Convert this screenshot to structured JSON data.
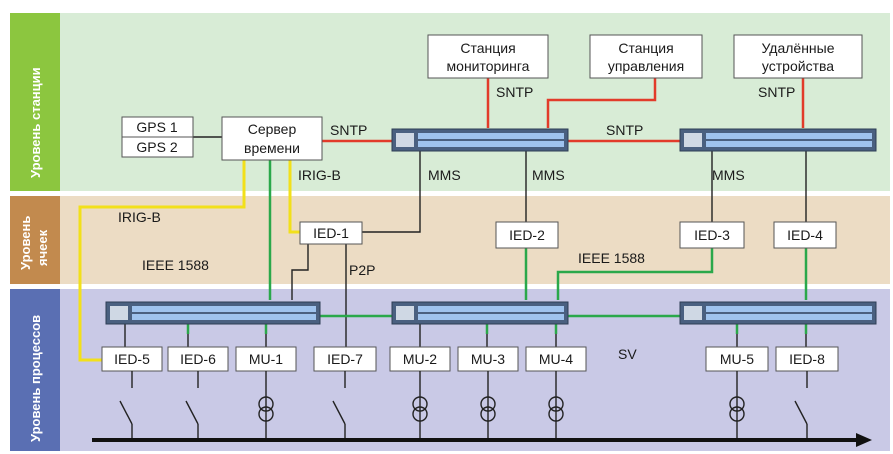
{
  "levels": {
    "station": "Уровень станции",
    "bay_line1": "Уровень",
    "bay_line2": "ячеек",
    "process": "Уровень процессов"
  },
  "nodes": {
    "gps1": "GPS 1",
    "gps2": "GPS 2",
    "time_server_line1": "Сервер",
    "time_server_line2": "времени",
    "monitoring_line1": "Станция",
    "monitoring_line2": "мониторинга",
    "control_line1": "Станция",
    "control_line2": "управления",
    "remote_line1": "Удалённые",
    "remote_line2": "устройства",
    "ied1": "IED-1",
    "ied2": "IED-2",
    "ied3": "IED-3",
    "ied4": "IED-4",
    "ied5": "IED-5",
    "ied6": "IED-6",
    "mu1": "MU-1",
    "ied7": "IED-7",
    "mu2": "MU-2",
    "mu3": "MU-3",
    "mu4": "MU-4",
    "mu5": "MU-5",
    "ied8": "IED-8"
  },
  "link_labels": {
    "sntp_a": "SNTP",
    "sntp_b": "SNTP",
    "sntp_c": "SNTP",
    "sntp_d": "SNTP",
    "irigb_a": "IRIG-B",
    "irigb_b": "IRIG-B",
    "mms_a": "MMS",
    "mms_b": "MMS",
    "mms_c": "MMS",
    "ieee1588_a": "IEEE 1588",
    "ieee1588_b": "IEEE 1588",
    "p2p": "P2P",
    "sv": "SV"
  },
  "colors": {
    "station_bg": "#d8ecd6",
    "bay_bg": "#ecdcc4",
    "process_bg": "#c9c9e6",
    "station_band": "#8cc63f",
    "bay_band": "#c28a4e",
    "process_band": "#5a6fb3",
    "sntp_line": "#e23b2a",
    "iec1588_line": "#2aa84a",
    "irig_line": "#f2e01a",
    "mms_line": "#222222"
  }
}
